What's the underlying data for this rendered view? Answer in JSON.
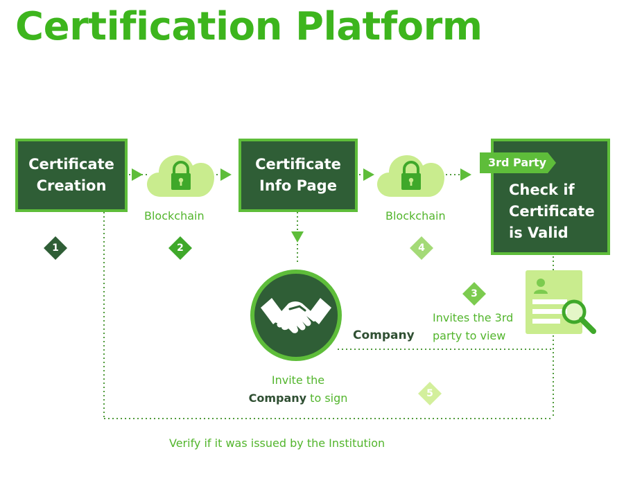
{
  "title": "Certification Platform",
  "boxes": {
    "creation": [
      "Certificate",
      "Creation"
    ],
    "info": [
      "Certificate",
      "Info Page"
    ],
    "valid": [
      "Check if",
      "Certificate",
      "is Valid"
    ]
  },
  "third_party_tag": "3rd Party",
  "labels": {
    "blockchain_1": "Blockchain",
    "blockchain_2": "Blockchain",
    "company": "Company",
    "invite_line1": "Invite the",
    "invite_company": "Company",
    "invite_to_sign": " to sign",
    "invites_line1": "Invites the 3rd",
    "invites_line2": "party to view",
    "verify": "Verify if it was issued by the Institution"
  },
  "steps": [
    "1",
    "2",
    "3",
    "4",
    "5"
  ],
  "icons": {
    "cloud": "cloud-lock-icon",
    "handshake": "handshake-icon",
    "certificate_search": "certificate-search-icon"
  },
  "colors": {
    "title_green": "#3db51d",
    "box_dark": "#2f5e36",
    "border_green": "#5ebd3a",
    "light_green": "#c9ec8e",
    "label_green": "#52b52c"
  }
}
